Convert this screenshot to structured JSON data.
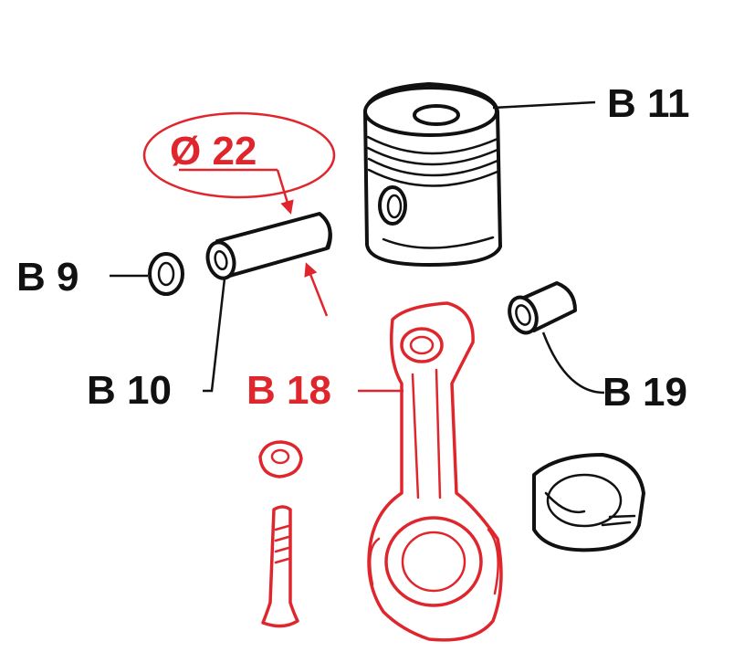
{
  "labels": {
    "b9": "B  9",
    "b10": "B 10",
    "b11": "B 11",
    "b18": "B 18",
    "b19": "B 19",
    "diameter": "Ø 22"
  },
  "colors": {
    "highlight": "#e0262d",
    "line": "#111111",
    "background": "#ffffff"
  }
}
